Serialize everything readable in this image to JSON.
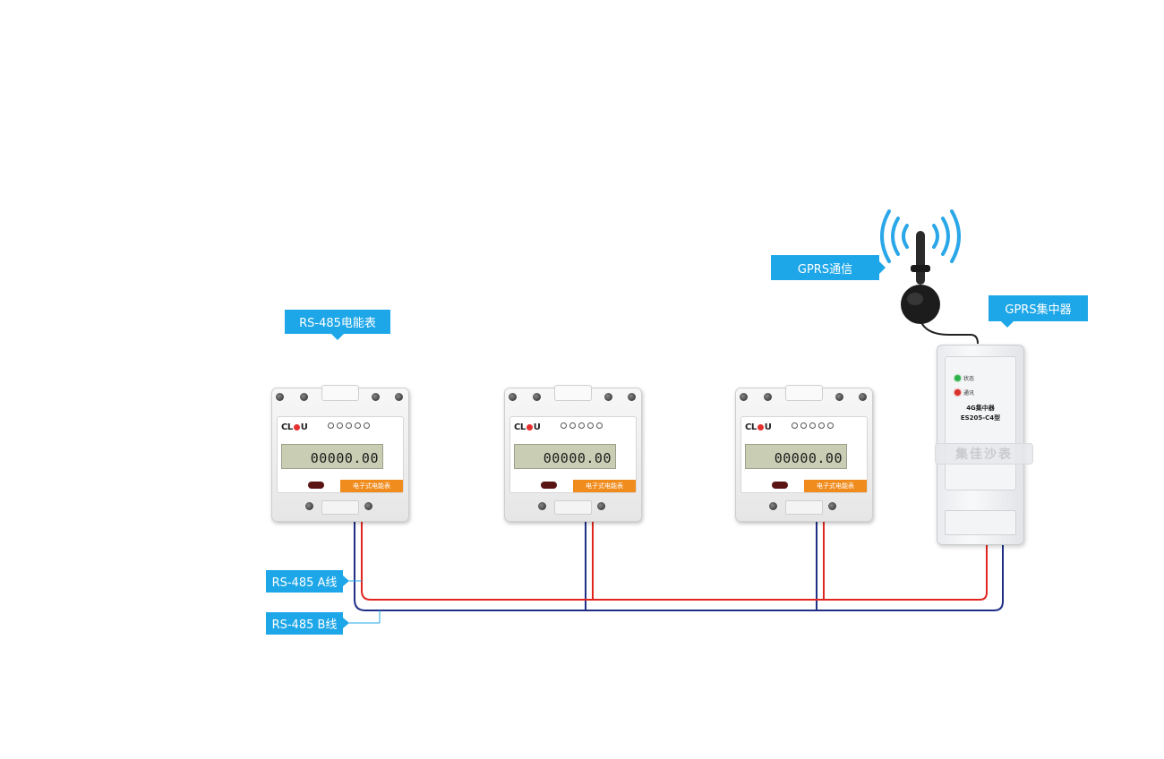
{
  "labels": {
    "meter": "RS-485电能表",
    "gprs_comm": "GPRS通信",
    "concentrator": "GPRS集中器",
    "line_a": "RS-485 A线",
    "line_b": "RS-485 B线"
  },
  "meters": [
    {
      "reading": "00000.00",
      "strip": "电子式电能表"
    },
    {
      "reading": "00000.00",
      "strip": "电子式电能表"
    },
    {
      "reading": "00000.00",
      "strip": "电子式电能表"
    }
  ],
  "concentrator": {
    "status_label": "状态",
    "comm_label": "通讯",
    "model_line1": "4G集中器",
    "model_line2": "ES205-C4型"
  },
  "watermark": "集佳沙表",
  "colors": {
    "label_bg": "#1ea7e8",
    "wire_a": "#e0261e",
    "wire_b": "#1f2f86",
    "brand_strip": "#f08c1e",
    "signal": "#2aa7e8"
  }
}
